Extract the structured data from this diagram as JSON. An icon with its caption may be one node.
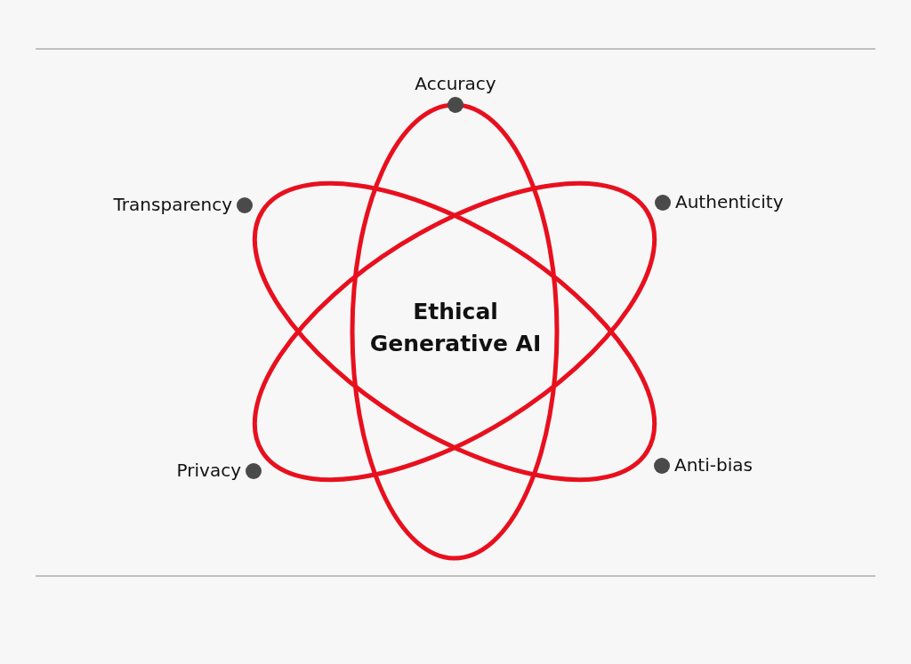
{
  "diagram": {
    "nodes": [
      {
        "text": [
          "Accuracy"
        ]
      },
      {
        "text": [
          "Transparency"
        ]
      },
      {
        "text": [
          "Authenticity"
        ]
      },
      {
        "text": [
          "Privacy"
        ]
      },
      {
        "text": [
          "Anti-bias"
        ]
      }
    ],
    "labels": [
      "Ethical Generative AI"
    ]
  }
}
